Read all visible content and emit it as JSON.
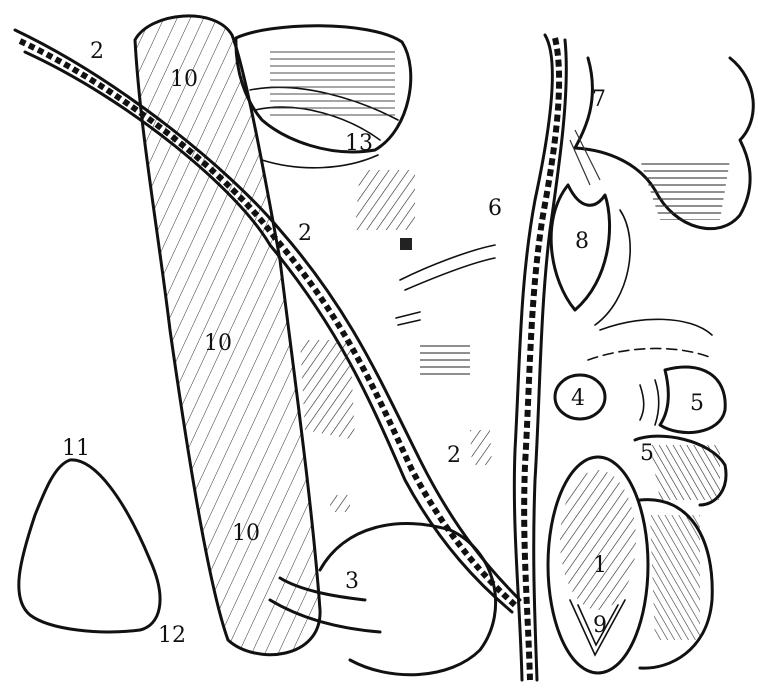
{
  "figure": {
    "labels": {
      "nerve_a_top": "2",
      "nerve_a_mid": "2",
      "nerve_a_low": "2",
      "muscle_top": "10",
      "muscle_mid": "10",
      "muscle_low": "10",
      "tendon": "13",
      "vessel": "6",
      "bone_top": "7",
      "node": "8",
      "small_oval": "4",
      "blob_right_a": "5",
      "blob_right_b": "5",
      "round_body": "3",
      "triangle_top": "11",
      "triangle_bottom": "12",
      "big_oval": "1",
      "notch": "9"
    }
  }
}
